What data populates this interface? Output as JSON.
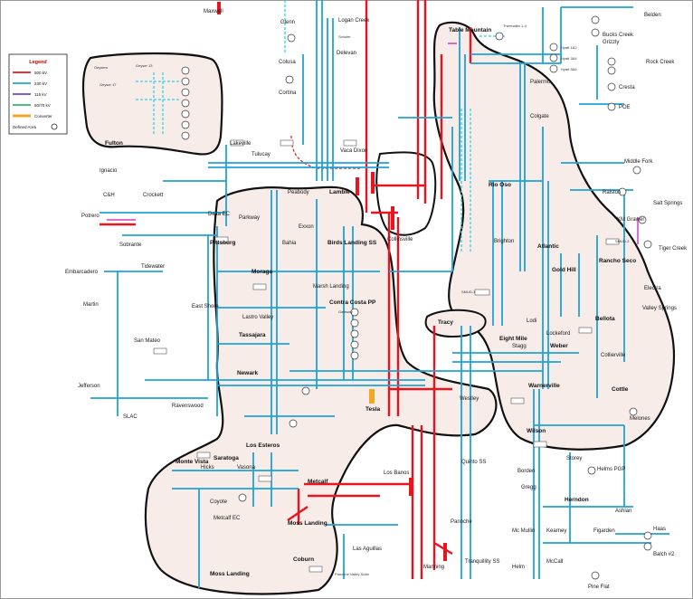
{
  "colors": {
    "kv500": "#e8141f",
    "kv230": "#1fa3d9",
    "kv115": "#2bd3e8",
    "kv60": "#2bb673",
    "converter": "#f5a623",
    "area_fill": "#f7ece8",
    "area_stroke": "#111111",
    "magenta": "#d63cc6"
  },
  "legend": {
    "title": "Legend",
    "items": [
      {
        "label": "500 kV",
        "color": "#e8141f"
      },
      {
        "label": "230 kV",
        "color": "#1fa3d9"
      },
      {
        "label": "115 kV",
        "color": "#7b3fbf"
      },
      {
        "label": "60/70 kV",
        "color": "#2bb673"
      },
      {
        "label": "Converter",
        "color": "#f5a623"
      }
    ],
    "defined_area": "Defined Area"
  },
  "labels": {
    "maxwell": "Maxwell",
    "glenn": "Glenn",
    "logan_creek": "Logan Creek",
    "schuler": "Schuler",
    "delevan": "Delevan",
    "colusa": "Colusa",
    "cortina": "Cortina",
    "table_mountain": "Table Mountain",
    "thermalito": "Thermalito 1-4",
    "hyatt1": "Hyatt 1&2",
    "hyatt3": "Hyatt 3&4",
    "hyatt5": "Hyatt 5&6",
    "belden": "Belden",
    "bucks_creek": "Bucks Creek",
    "grizzly": "Grizzly",
    "rock_creek": "Rock Creek",
    "cresta": "Cresta",
    "poe": "POE",
    "palermo": "Palermo",
    "colgate": "Colgate",
    "geysers": "Geysers",
    "geyser17": "Geyser 17",
    "geyser13": "Geyser 13",
    "fulton": "Fulton",
    "lakeville": "Lakeville",
    "tulucay": "Tulucay",
    "vaca_dixon": "Vaca Dixon",
    "ignacio": "Ignacio",
    "crockett": "Crockett",
    "dh": "C&H",
    "potrero": "Potrero",
    "sobrante": "Sobrante",
    "embarcadero": "Embarcadero",
    "martin": "Martin",
    "tidewater": "Tidewater",
    "delta_ec": "Delta EC",
    "pittsburg": "Pittsburg",
    "parkway": "Parkway",
    "peabody": "Peabody",
    "lambie": "Lambie",
    "exxon": "Exxon",
    "bahia": "Bahia",
    "birds_landing": "Birds Landing SS",
    "collinsville": "Collinsville",
    "moraga": "Moraga",
    "east_shore": "East Shore",
    "marsh_landing": "Marsh Landing",
    "contra_costa": "Contra Costa PP",
    "lastro_valley": "Lastro Valley",
    "tassajara": "Tassajara",
    "san_mateo": "San Mateo",
    "newark": "Newark",
    "ravenswood": "Ravenswood",
    "jefferson": "Jefferson",
    "slac": "SLAC",
    "rio_oso": "Rio Oso",
    "brighton": "Brighton",
    "atlantic": "Atlantic",
    "gold_hill": "Gold Hill",
    "rancho_seco": "Rancho Seco",
    "middle_fork": "Middle Fork",
    "ralston": "Ralston",
    "salt_springs": "Salt Springs",
    "km_grawer": "KM Grawer",
    "tiger_creek": "Tiger Creek",
    "electra": "Electra",
    "valley_springs": "Valley Springs",
    "tracy": "Tracy",
    "eight_mile": "Eight Mile",
    "lodi": "Lodi",
    "lockeford": "Lockeford",
    "bellota": "Bellota",
    "stagg": "Stagg",
    "weber": "Weber",
    "collierville": "Collierville",
    "tesla": "Tesla",
    "westley": "Westley",
    "warnerville": "Warnerville",
    "cottle": "Cottle",
    "melones": "Melones",
    "wilson": "Wilson",
    "storey": "Storey",
    "borden": "Borden",
    "gregg": "Gregg",
    "helms": "Helms PGP",
    "herndon": "Herndon",
    "ashlan": "Ashlan",
    "figarden": "Figarden",
    "kearney": "Kearney",
    "mcmullin": "Mc Mullin",
    "mccall": "McCall",
    "haas": "Haas",
    "balch": "Balch #2",
    "pine_flat": "Pine Flat",
    "quinto": "Quinto SS",
    "los_banos": "Los Banos",
    "panoche": "Panoche",
    "tranquillity": "Tranquillity SS",
    "helm": "Helm",
    "manning": "Manning",
    "monte_vista": "Monte Vista",
    "hicks": "Hicks",
    "saratoga": "Saratoga",
    "los_esteros": "Los Esteros",
    "vasona": "Vasona",
    "coyote": "Coyote",
    "metcalf_ec": "Metcalf EC",
    "metcalf": "Metcalf",
    "moss_landing_red": "Moss Landing",
    "moss_landing": "Moss Landing",
    "coburn": "Coburn",
    "las_aguillas": "Las Aguillas",
    "panoche_valley": "Panoche Valley Solar",
    "moraga_ss": "Gateway",
    "sm_label": "SMUD-1",
    "smud2": "SMUD-2"
  }
}
